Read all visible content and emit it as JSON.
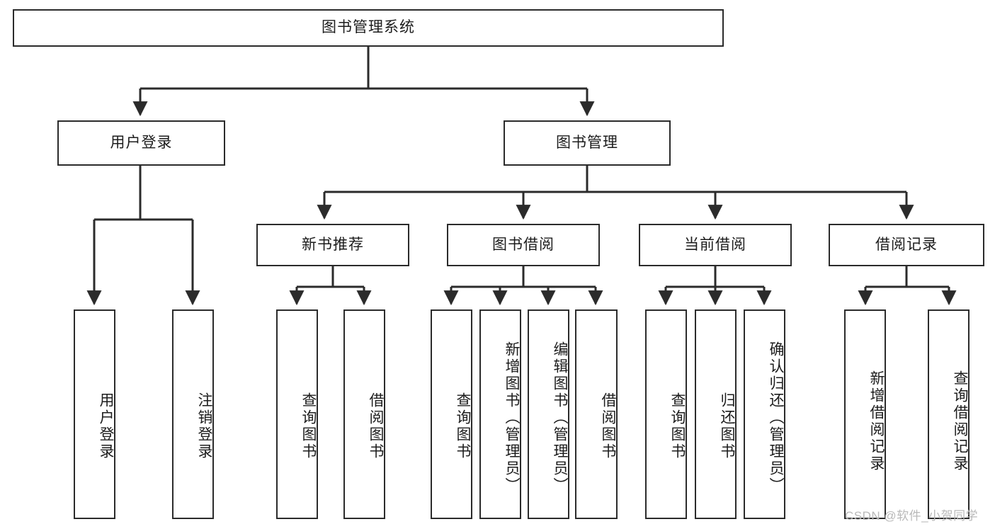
{
  "diagram": {
    "title": "图书管理系统",
    "type": "tree-hierarchy-functional-decomposition",
    "watermark": "CSDN @软件_小贺同学",
    "colors": {
      "box_border": "#2b2b2b",
      "box_fill": "#ffffff",
      "edge": "#2b2b2b",
      "text": "#1c1c1c",
      "watermark": "#b9b9b9"
    },
    "root": {
      "label": "图书管理系统"
    },
    "level2": [
      {
        "label": "用户登录"
      },
      {
        "label": "图书管理"
      }
    ],
    "level3": [
      {
        "label": "新书推荐"
      },
      {
        "label": "图书借阅"
      },
      {
        "label": "当前借阅"
      },
      {
        "label": "借阅记录"
      }
    ],
    "leaves": {
      "user_login": [
        {
          "label": "用户登录"
        },
        {
          "label": "注销登录"
        }
      ],
      "new_book_recommend": [
        {
          "label": "查询图书"
        },
        {
          "label": "借阅图书"
        }
      ],
      "book_borrow": [
        {
          "label": "查询图书"
        },
        {
          "label": "新增图书（管理员）"
        },
        {
          "label": "编辑图书（管理员）"
        },
        {
          "label": "借阅图书"
        }
      ],
      "current_borrow": [
        {
          "label": "查询图书"
        },
        {
          "label": "归还图书"
        },
        {
          "label": "确认归还（管理员）"
        }
      ],
      "borrow_record": [
        {
          "label": "新增借阅记录"
        },
        {
          "label": "查询借阅记录"
        }
      ]
    }
  }
}
